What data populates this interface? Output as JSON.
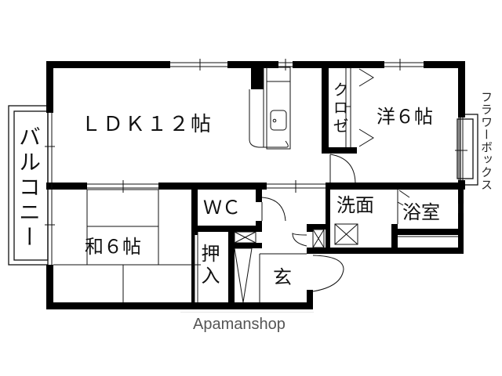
{
  "floor_plan": {
    "rooms": {
      "ldk": {
        "label": "ＬＤＫ１２帖"
      },
      "western": {
        "label": "洋６帖"
      },
      "japanese": {
        "label": "和６帖"
      },
      "closet": {
        "label": "クロゼ"
      },
      "wc": {
        "label": "ＷＣ"
      },
      "washroom": {
        "label": "洗面"
      },
      "bathroom": {
        "label": "浴室"
      },
      "entrance": {
        "label": "玄"
      },
      "oshiire": {
        "label": "押入"
      },
      "balcony": {
        "label": "バルコニー"
      },
      "flower_box": {
        "label": "フラワーボックス"
      }
    },
    "colors": {
      "wall": "#000000",
      "line": "#222222",
      "background": "#ffffff",
      "brand": "#555555"
    }
  },
  "brand": {
    "name": "Apamanshop"
  }
}
